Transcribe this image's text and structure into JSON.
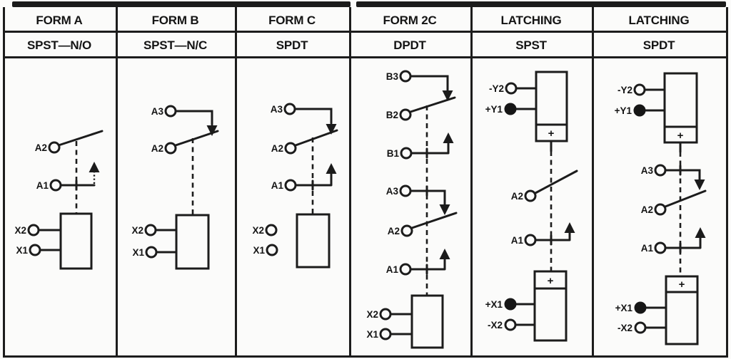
{
  "header": {
    "columns": [
      {
        "form": "FORM A",
        "type": "SPST—N/O"
      },
      {
        "form": "FORM B",
        "type": "SPST—N/C"
      },
      {
        "form": "FORM C",
        "type": "SPDT"
      },
      {
        "form": "FORM 2C",
        "type": "DPDT"
      },
      {
        "form": "LATCHING",
        "type": "SPST"
      },
      {
        "form": "LATCHING",
        "type": "SPDT"
      }
    ]
  },
  "diagrams": {
    "form_a": {
      "a2": "A2",
      "a1": "A1",
      "x2": "X2",
      "x1": "X1"
    },
    "form_b": {
      "a3": "A3",
      "a2": "A2",
      "x2": "X2",
      "x1": "X1"
    },
    "form_c": {
      "a3": "A3",
      "a2": "A2",
      "a1": "A1",
      "x2": "X2",
      "x1": "X1"
    },
    "form_2c": {
      "b3": "B3",
      "b2": "B2",
      "b1": "B1",
      "a3": "A3",
      "a2": "A2",
      "a1": "A1",
      "x2": "X2",
      "x1": "X1"
    },
    "latching_spst": {
      "y2": "-Y2",
      "y1": "+Y1",
      "a2": "A2",
      "a1": "A1",
      "x1": "+X1",
      "x2": "-X2",
      "plus": "+"
    },
    "latching_spdt": {
      "y2": "-Y2",
      "y1": "+Y1",
      "a3": "A3",
      "a2": "A2",
      "a1": "A1",
      "x1": "+X1",
      "x2": "-X2",
      "plus": "+"
    }
  },
  "colors": {
    "ink": "#1c1c1c",
    "paper": "#fbfbfa"
  }
}
